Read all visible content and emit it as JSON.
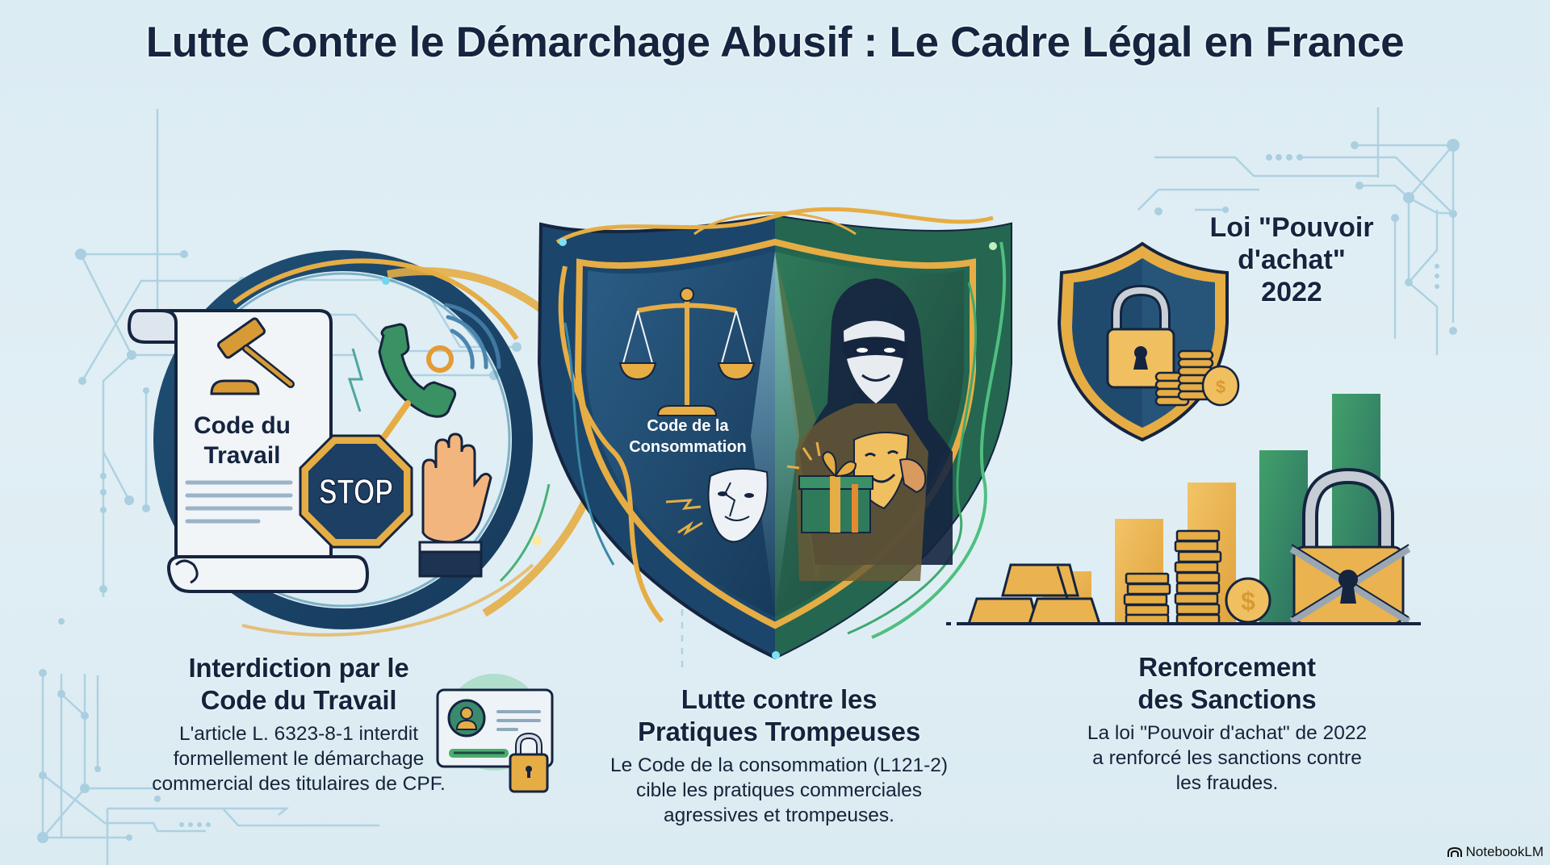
{
  "title": "Lutte Contre le Démarchage Abusif : Le Cadre Légal en France",
  "illustrations": {
    "scroll": {
      "label_line1": "Code du",
      "label_line2": "Travail",
      "icon": "gavel-icon"
    },
    "stop_sign": {
      "label": "STOP"
    },
    "phone": {
      "icon": "phone-ringing-icon"
    },
    "hand": {
      "icon": "raised-hand-icon"
    },
    "central_shield": {
      "label_line1": "Code de la",
      "label_line2": "Consommation",
      "icons": [
        "scales-of-justice-icon",
        "hooded-scammer-icon",
        "cracked-mask-icon",
        "theater-mask-icon",
        "gift-box-icon"
      ]
    },
    "small_shield": {
      "icons": [
        "padlock-icon",
        "coin-stack-icon"
      ]
    },
    "sanctions_visual": {
      "icons": [
        "gold-bars-icon",
        "coin-stack-icon",
        "dollar-coin-icon",
        "chained-padlock-icon",
        "rising-bars-icon"
      ]
    },
    "id_card": {
      "icons": [
        "id-card-icon",
        "padlock-icon"
      ]
    }
  },
  "loi_label": {
    "line1": "Loi \"Pouvoir",
    "line2": "d'achat\"",
    "line3": "2022"
  },
  "columns": [
    {
      "heading_line1": "Interdiction par le",
      "heading_line2": "Code du Travail",
      "body_line1": "L'article L. 6323-8-1 interdit",
      "body_line2": "formellement le démarchage",
      "body_line3": "commercial des titulaires de CPF."
    },
    {
      "heading_line1": "Lutte contre les",
      "heading_line2": "Pratiques Trompeuses",
      "body_line1": "Le Code de la consommation (L121-2)",
      "body_line2": "cible les pratiques commerciales",
      "body_line3": "agressives et trompeuses."
    },
    {
      "heading_line1": "Renforcement",
      "heading_line2": "des Sanctions",
      "body_line1": "La loi \"Pouvoir d'achat\" de 2022",
      "body_line2": "a renforcé les sanctions contre",
      "body_line3": "les fraudes."
    }
  ],
  "watermark": {
    "label": "NotebookLM"
  },
  "colors": {
    "background": "#dcecf3",
    "navy": "#15243f",
    "shield_blue": "#1f4a6e",
    "shield_green": "#2f7a5a",
    "gold": "#e6ad45",
    "green_bar": "#3b8f66",
    "circuit": "#a9cfe0"
  }
}
